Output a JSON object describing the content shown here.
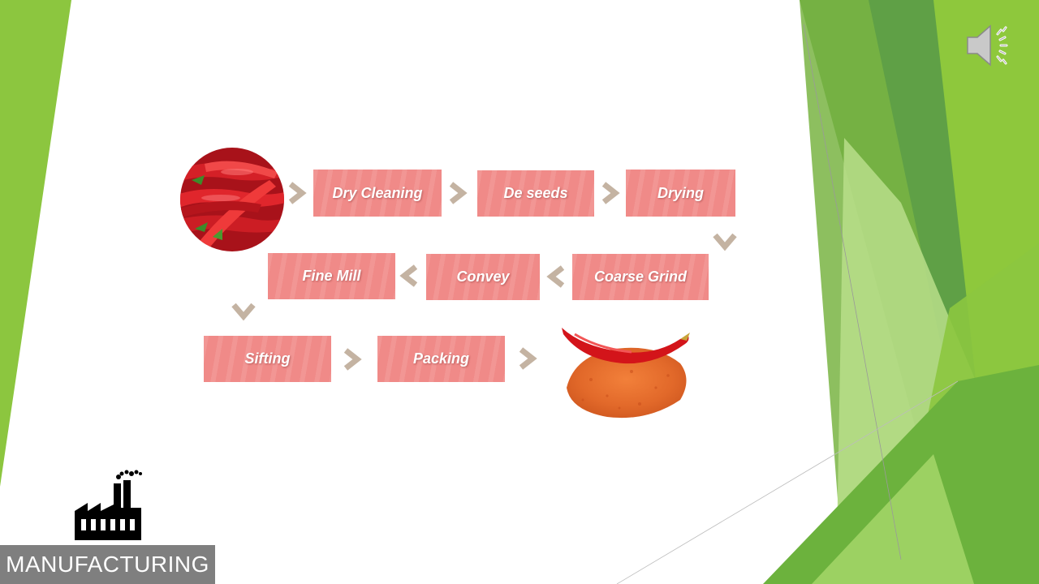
{
  "flow": {
    "steps": [
      {
        "label": "Dry Cleaning"
      },
      {
        "label": "De seeds"
      },
      {
        "label": "Drying"
      },
      {
        "label": "Coarse Grind"
      },
      {
        "label": "Convey"
      },
      {
        "label": "Fine Mill"
      },
      {
        "label": "Sifting"
      },
      {
        "label": "Packing"
      }
    ]
  },
  "footer": {
    "category_label": "MANUFACTURING"
  },
  "colors": {
    "step_box": "#f08a88",
    "arrow": "#c4b3a2",
    "green_dark": "#5b9b3c",
    "green_mid": "#7dc43a",
    "green_light": "#c8e6a0",
    "label_bg": "#7f7f7f"
  },
  "icons": [
    "speaker-icon",
    "factory-icon",
    "chili-peppers-photo",
    "chili-powder-photo"
  ]
}
